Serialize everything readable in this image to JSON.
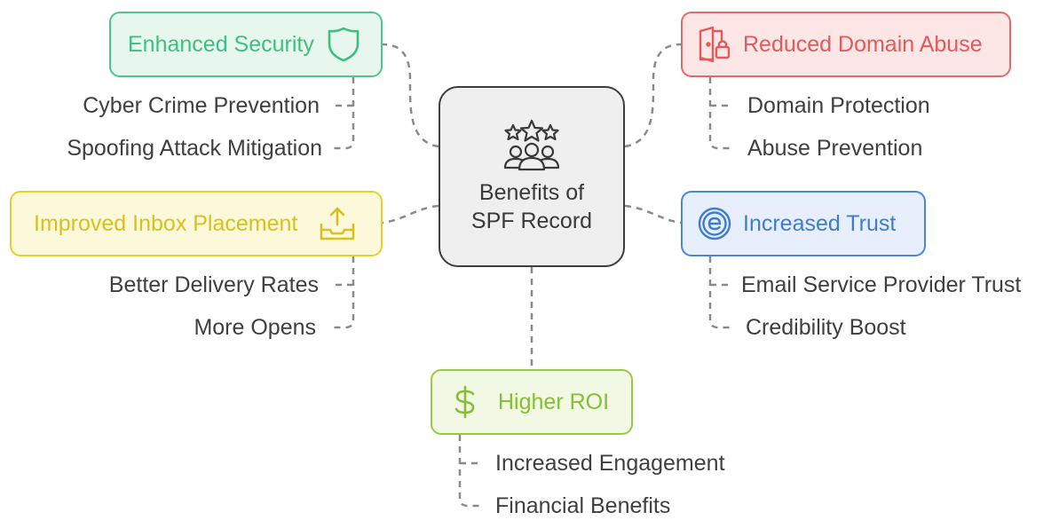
{
  "center": {
    "line1": "Benefits of",
    "line2": "SPF Record"
  },
  "branches": {
    "security": {
      "label": "Enhanced Security",
      "subs": [
        "Cyber Crime Prevention",
        "Spoofing Attack Mitigation"
      ]
    },
    "domain": {
      "label": "Reduced Domain Abuse",
      "subs": [
        "Domain Protection",
        "Abuse Prevention"
      ]
    },
    "inbox": {
      "label": "Improved Inbox Placement",
      "subs": [
        "Better Delivery Rates",
        "More Opens"
      ]
    },
    "trust": {
      "label": "Increased Trust",
      "subs": [
        "Email Service Provider Trust",
        "Credibility Boost"
      ]
    },
    "roi": {
      "label": "Higher ROI",
      "subs": [
        "Increased Engagement",
        "Financial Benefits"
      ]
    }
  },
  "colors": {
    "green": "#4cc68a",
    "red": "#e36a6a",
    "yellow": "#e4cf33",
    "blue": "#4e86d6",
    "lime": "#96c94a",
    "connector": "#8a8a8a"
  },
  "icons": {
    "center": "star-group-icon",
    "security": "shield-icon",
    "domain": "door-lock-icon",
    "inbox": "inbox-upload-icon",
    "trust": "email-e-icon",
    "roi": "dollar-icon"
  }
}
